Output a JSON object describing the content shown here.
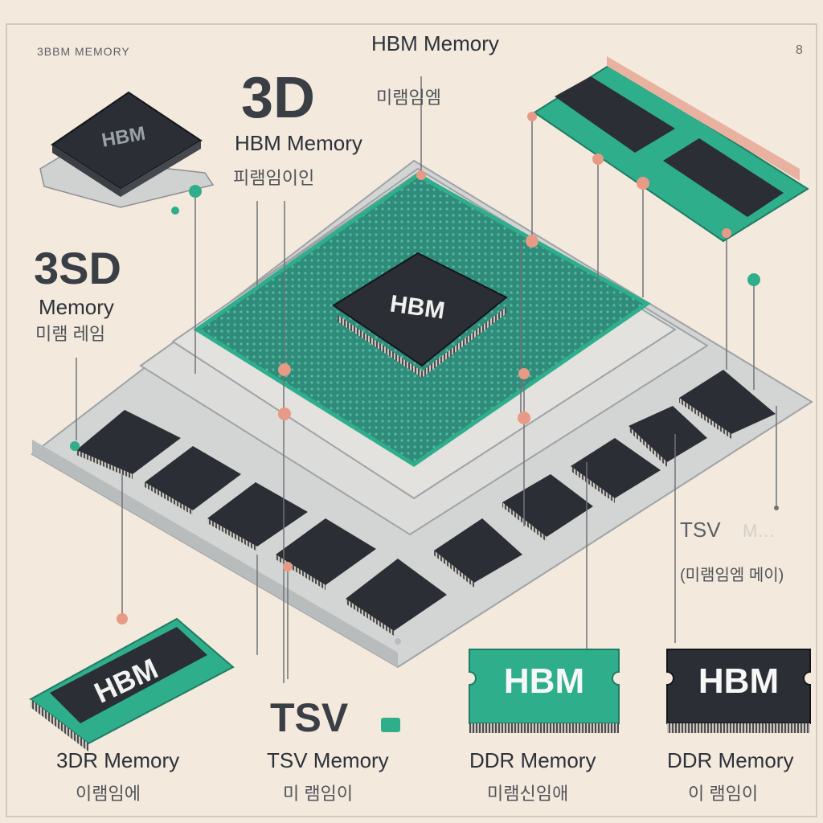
{
  "header": {
    "corner_label": "3BBM MEMORY",
    "top_title": "HBM Memory",
    "top_korean": "미램임엠",
    "page_number": "8"
  },
  "left_title": {
    "big": "3D",
    "sub": "HBM Memory",
    "korean": "피램임이인"
  },
  "left_side": {
    "big": "3SD",
    "sub": "Memory",
    "korean": "미램 레임"
  },
  "center_chip": {
    "label": "HBM"
  },
  "top_left_chip": {
    "label": "HBM"
  },
  "tsv_right": {
    "label": "TSV",
    "faded": "M…",
    "korean": "(미램임엠 메이)"
  },
  "bottom_cards": [
    {
      "chip": "HBM",
      "caption": "3DR Memory",
      "korean": "이램임에"
    },
    {
      "chip": "TSV",
      "caption": "TSV Memory",
      "korean": "미 램임이"
    },
    {
      "chip": "HBM",
      "caption": "DDR Memory",
      "korean": "미램신임애"
    },
    {
      "chip": "HBM",
      "caption": "DDR Memory",
      "korean": "이 램임이"
    }
  ],
  "colors": {
    "background": "#f3e9dc",
    "teal": "#2fae8c",
    "chip": "#2b2f35",
    "platform": "#cfd2d1",
    "node": "#e79a85"
  }
}
